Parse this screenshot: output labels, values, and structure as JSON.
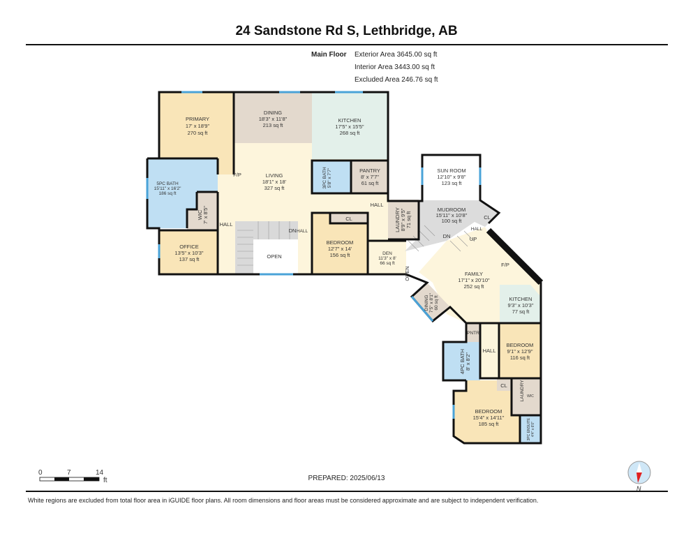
{
  "title": "24 Sandstone Rd S, Lethbridge, AB",
  "areas": {
    "floor": "Main Floor",
    "exterior": "Exterior Area 3645.00 sq ft",
    "interior": "Interior Area 3443.00 sq ft",
    "excluded": "Excluded Area 246.76 sq ft"
  },
  "rooms": {
    "primary": {
      "name": "PRIMARY",
      "dim": "17' x 18'9\"",
      "area": "270 sq ft"
    },
    "dining": {
      "name": "DINING",
      "dim": "18'3\" x 11'8\"",
      "area": "213 sq ft"
    },
    "kitchen": {
      "name": "KITCHEN",
      "dim": "17'5\" x 15'5\"",
      "area": "268 sq ft"
    },
    "bath5": {
      "name": "5PC BATH",
      "dim": "15'11\" x 16'2\"",
      "area": "186 sq ft"
    },
    "living": {
      "name": "LIVING",
      "dim": "18'1\" x 18'",
      "area": "327 sq ft"
    },
    "bath3": {
      "name": "3PC BATH",
      "dim": "5'8\" x 7'7\""
    },
    "pantry": {
      "name": "PANTRY",
      "dim": "8' x 7'7\"",
      "area": "61 sq ft"
    },
    "wic": {
      "name": "WIC",
      "dim": "7' x 8'5\""
    },
    "office": {
      "name": "OFFICE",
      "dim": "13'5\" x 10'3\"",
      "area": "137 sq ft"
    },
    "bedroom1": {
      "name": "BEDROOM",
      "dim": "12'7\" x 14'",
      "area": "156 sq ft"
    },
    "den": {
      "name": "DEN",
      "dim": "11'3\" x 8'",
      "area": "66 sq ft"
    },
    "laundry": {
      "name": "LAUNDRY",
      "dim": "8'9\" x 9'5\"",
      "area": "71 sq ft"
    },
    "sunroom": {
      "name": "SUN ROOM",
      "dim": "12'10\" x 9'8\"",
      "area": "123 sq ft"
    },
    "mudroom": {
      "name": "MUDROOM",
      "dim": "15'11\" x 10'8\"",
      "area": "100 sq ft"
    },
    "family": {
      "name": "FAMILY",
      "dim": "17'1\" x 20'10\"",
      "area": "252 sq ft"
    },
    "dining2": {
      "name": "DINING",
      "dim": "7'5\" x 8'1\"",
      "area": "60 sq ft"
    },
    "kitchen2": {
      "name": "KITCHEN",
      "dim": "9'3\" x 10'3\"",
      "area": "77 sq ft"
    },
    "bedroom2": {
      "name": "BEDROOM",
      "dim": "9'1\" x 12'9\"",
      "area": "116 sq ft"
    },
    "bath4": {
      "name": "4PC BATH",
      "dim": "8' x 8'2\""
    },
    "bedroom3": {
      "name": "BEDROOM",
      "dim": "15'4\" x 14'11\"",
      "area": "185 sq ft"
    },
    "ensuite": {
      "name": "3PC ENSUITE",
      "dim": "4'4\" x 6'0\""
    }
  },
  "labels": {
    "fp": "F/P",
    "fp2": "F/P",
    "hall1": "HALL",
    "hall2": "HALL",
    "hall3": "HALL",
    "hall4": "HALL",
    "hall5": "HALL",
    "dn1": "DN",
    "dn2": "DN",
    "up": "UP",
    "open1": "OPEN",
    "open2": "OPEN",
    "cl1": "CL",
    "cl2": "CL",
    "cl3": "CL",
    "pntr": "PNTR",
    "laundry2": "LAUNDRY",
    "wic2": "WIC"
  },
  "scale": {
    "t0": "0",
    "t1": "7",
    "t2": "14",
    "unit": "ft"
  },
  "compass": "N",
  "prepared": "PREPARED: 2025/06/13",
  "footer": "White regions are excluded from total floor area in iGUIDE floor plans. All room dimensions and floor areas must be considered approximate and are subject to independent verification."
}
